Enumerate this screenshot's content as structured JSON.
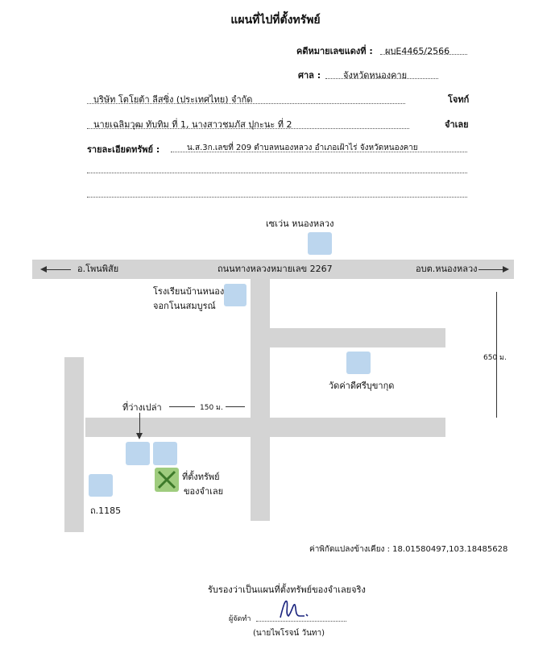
{
  "header": {
    "title": "แผนที่ไปที่ตั้งทรัพย์",
    "case_no_label": "คดีหมายเลขแดงที่ :",
    "case_no_value": "ผบE4465/2566",
    "court_label": "ศาล :",
    "court_value": "จังหวัดหนองคาย"
  },
  "parties": {
    "plaintiff_name": "บริษัท โตโยต้า ลีสซิ่ง (ประเทศไทย) จำกัด",
    "plaintiff_label": "โจทก์",
    "defendant_name": "นายเฉลิมวุฒ ทับทิม ที่ 1, นางสาวชมภัส ปุกะนะ ที่ 2",
    "defendant_label": "จำเลย"
  },
  "property": {
    "label": "รายละเอียดทรัพย์ :",
    "detail": "น.ส.3ก.เลขที่ 209 ตำบลหนองหลวง อำเภอเฝ้าไร่ จังหวัดหนองคาย"
  },
  "map": {
    "top_landmark": "เซเว่น หนองหลวง",
    "road_name": "ถนนทางหลวงหมายเลข 2267",
    "left_direction": "อ.โพนพิสัย",
    "right_direction": "อบต.หนองหลวง",
    "school_line1": "โรงเรียนบ้านหนอง",
    "school_line2": "จอกโนนสมบูรณ์",
    "temple": "วัดค่าดีศรีบุขากุด",
    "vacant_land": "ที่ว่างเปล่า",
    "dist_150": "150 ม.",
    "dist_650": "650 ม.",
    "site_line1": "ที่ตั้งทรัพย์",
    "site_line2": "ของจำเลย",
    "road_1185": "ถ.1185"
  },
  "coordinates": "ค่าพิกัดแปลงข้างเคียง : 18.01580497,103.18485628",
  "footer": {
    "certify": "รับรองว่าเป็นแผนที่ตั้งทรัพย์ของจำเลยจริง",
    "maker_label": "ผู้จัดทำ",
    "maker_name": "(นายไพโรจน์  วันทา)"
  },
  "colors": {
    "road": "#d4d4d4",
    "building": "#bcd6ee",
    "site": "#9fcc7e",
    "site_x": "#3d7a2a"
  }
}
